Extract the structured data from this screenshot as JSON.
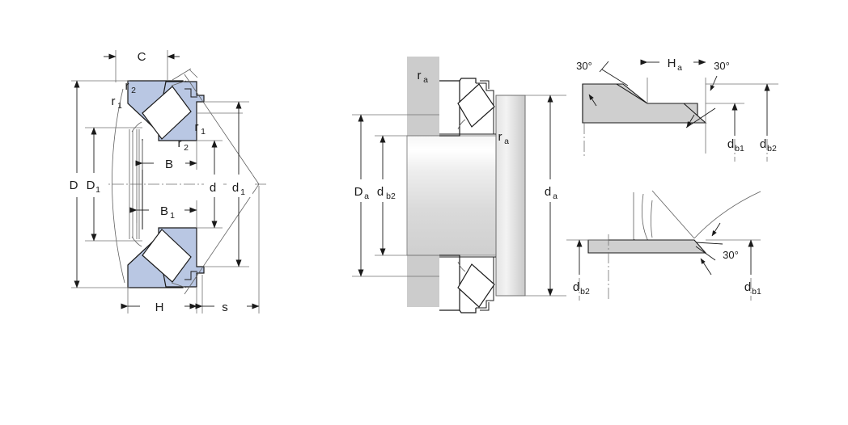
{
  "drawing": {
    "title": "Tapered roller thrust bearing dimension drawing",
    "background_color": "#ffffff",
    "line_color": "#1a1a1a",
    "thin_line_color": "#555555",
    "ring_fill_color": "#b9c7e3",
    "housing_fill_color": "#cccccc",
    "shaft_fill_color": "#d4d4d4",
    "chamfer_fill_color": "#cfcfcf"
  },
  "views": {
    "section": {
      "name": "bearing-cross-section",
      "labels": {
        "c": "C",
        "r2_top": "r",
        "r2_top_sub": "2",
        "r1_left": "r",
        "r1_left_sub": "1",
        "r1_right": "r",
        "r1_right_sub": "1",
        "r2_right": "r",
        "r2_right_sub": "2",
        "D": "D",
        "D1": "D",
        "D1_sub": "1",
        "B": "B",
        "B1": "B",
        "B1_sub": "1",
        "d": "d",
        "d1": "d",
        "d1_sub": "1",
        "H": "H",
        "s": "s"
      }
    },
    "mounting": {
      "name": "mounting-arrangement",
      "labels": {
        "ra_left": "r",
        "ra_left_sub": "a",
        "ra_right": "r",
        "ra_right_sub": "a",
        "Da": "D",
        "Da_sub": "a",
        "db2": "d",
        "db2_sub": "b2",
        "da": "d",
        "da_sub": "a"
      }
    },
    "detail_top": {
      "name": "shaft-shoulder-detail",
      "labels": {
        "angle_left": "30°",
        "angle_right": "30°",
        "Ha": "H",
        "Ha_sub": "a",
        "db1": "d",
        "db1_sub": "b1",
        "db2": "d",
        "db2_sub": "b2"
      }
    },
    "detail_bottom": {
      "name": "washer-seat-detail",
      "labels": {
        "angle": "30°",
        "db2": "d",
        "db2_sub": "b2",
        "db1": "d",
        "db1_sub": "b1"
      }
    }
  }
}
